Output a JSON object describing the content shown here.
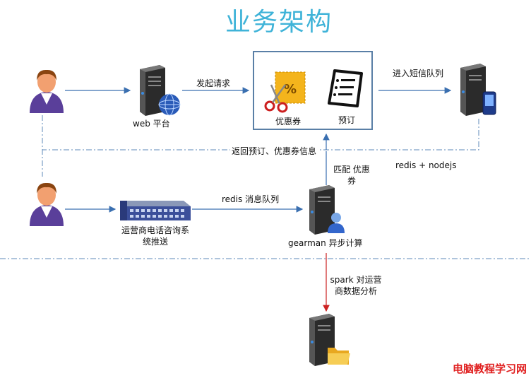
{
  "title": "业务架构",
  "labels": {
    "web_platform": "web 平台",
    "send_request": "发起请求",
    "coupon": "优惠券",
    "reserve": "预订",
    "enter_sms_queue": "进入短信队列",
    "return_info": "返回预订、优惠券信息",
    "redis_nodejs": "redis + nodejs",
    "match_coupon": "匹配 优惠券",
    "redis_queue": "redis 消息队列",
    "carrier_push": "运营商电话咨询系统推送",
    "gearman": "gearman 异步计算",
    "spark": "spark 对运营商数据分析"
  },
  "watermark": "电脑教程学习网",
  "colors": {
    "title": "#3fb3d8",
    "arrow": "#3a6fb0",
    "dashed": "#5d8ab8",
    "red_arrow": "#cc2222",
    "box_border": "#5a7fa6",
    "watermark": "#e02020"
  },
  "icons": [
    "user-icon",
    "server-icon",
    "globe-icon",
    "switch-icon",
    "coupon-icon",
    "scissors-icon",
    "receipt-icon",
    "phone-icon",
    "folder-icon"
  ]
}
